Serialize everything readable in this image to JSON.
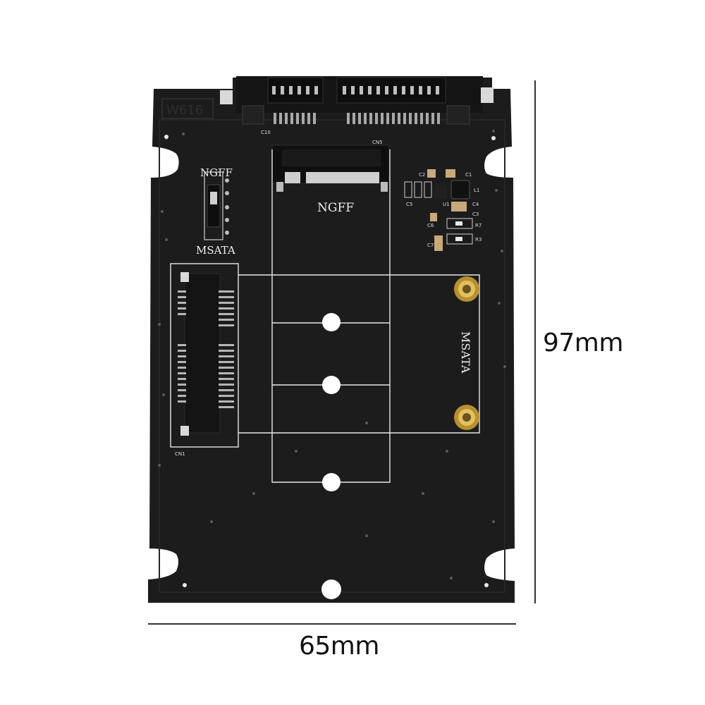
{
  "product": {
    "board_name": "W616",
    "dimensions": {
      "height_label": "97mm",
      "width_label": "65mm"
    }
  },
  "silkscreen": {
    "ngff_switch_label": "NGFF",
    "msata_switch_label": "MSATA",
    "ngff_slot_label": "NGFF",
    "msata_area_label": "MSATA",
    "connector_labels": [
      "C10",
      "CN5",
      "CN1"
    ],
    "component_labels": [
      "C2",
      "C1",
      "L1",
      "C4",
      "C3",
      "R7",
      "R3",
      "U1",
      "C5",
      "C6",
      "C7"
    ]
  },
  "colors": {
    "pcb": "#1c1c1c",
    "silkscreen": "#e8e8e8",
    "brass": "#c9a23a",
    "background": "#ffffff"
  }
}
